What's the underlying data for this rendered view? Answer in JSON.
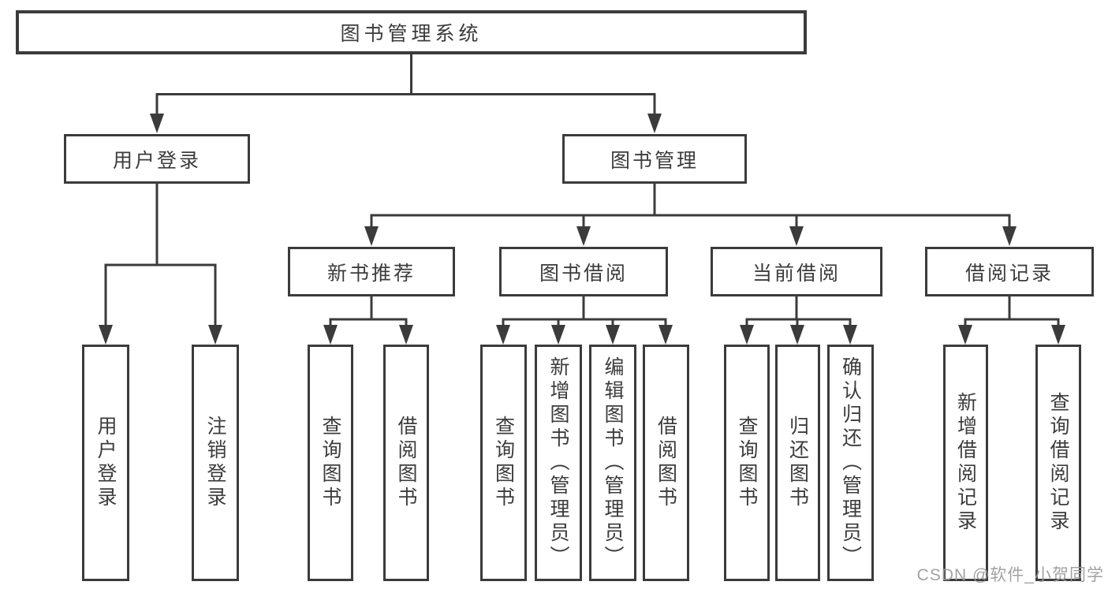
{
  "tree": {
    "label": "图书管理系统",
    "children": [
      {
        "label": "用户登录",
        "children": [
          {
            "label": "用户登录"
          },
          {
            "label": "注销登录"
          }
        ]
      },
      {
        "label": "图书管理",
        "children": [
          {
            "label": "新书推荐",
            "children": [
              {
                "label": "查询图书"
              },
              {
                "label": "借阅图书"
              }
            ]
          },
          {
            "label": "图书借阅",
            "children": [
              {
                "label": "查询图书"
              },
              {
                "label": "新增图书（管理员）"
              },
              {
                "label": "编辑图书（管理员）"
              },
              {
                "label": "借阅图书"
              }
            ]
          },
          {
            "label": "当前借阅",
            "children": [
              {
                "label": "查询图书"
              },
              {
                "label": "归还图书"
              },
              {
                "label": "确认归还（管理员）"
              }
            ]
          },
          {
            "label": "借阅记录",
            "children": [
              {
                "label": "新增借阅记录"
              },
              {
                "label": "查询借阅记录"
              }
            ]
          }
        ]
      }
    ]
  },
  "watermark": {
    "text": "CSDN @软件_小贺同学"
  },
  "colors": {
    "line": "#3b3b3b",
    "box_border": "#3b3b3b",
    "box_fill": "#ffffff",
    "text": "#3c3c3c",
    "watermark": "#9b9b9b",
    "background": "#ffffff"
  }
}
